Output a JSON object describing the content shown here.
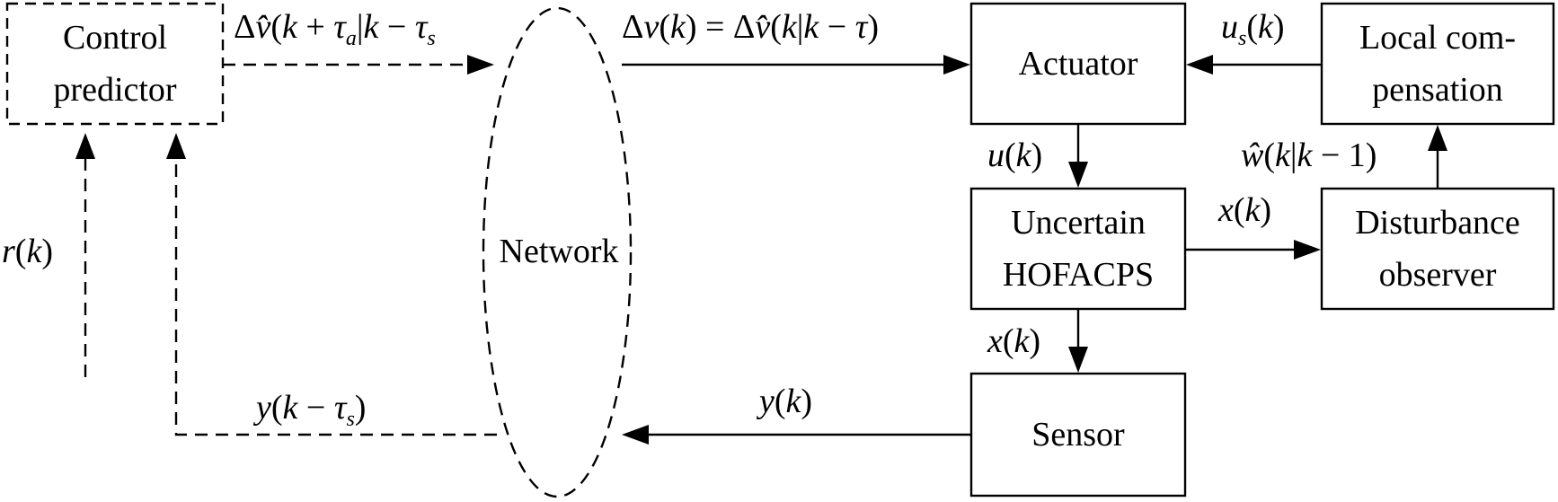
{
  "blocks": {
    "control_predictor": [
      "Control",
      "predictor"
    ],
    "network": "Network",
    "actuator": "Actuator",
    "local_compensation": [
      "Local com-",
      "pensation"
    ],
    "plant": [
      "Uncertain",
      "HOFACPS"
    ],
    "disturbance_observer": [
      "Disturbance",
      "observer"
    ],
    "sensor": "Sensor"
  },
  "signals": {
    "predicted_input": "Δv̂(k + τ_a|k − τ_s)",
    "delivered_input": "Δv(k) = Δv̂(k|k − τ)",
    "compensation_input": "u_s(k)",
    "control_input": "u(k)",
    "state_to_observer": "x(k)",
    "disturbance_estimate": "ŵ(k|k − 1)",
    "state_to_sensor": "x(k)",
    "measured_output": "y(k)",
    "delayed_output": "y(k − τ_s)",
    "reference": "r(k)"
  }
}
